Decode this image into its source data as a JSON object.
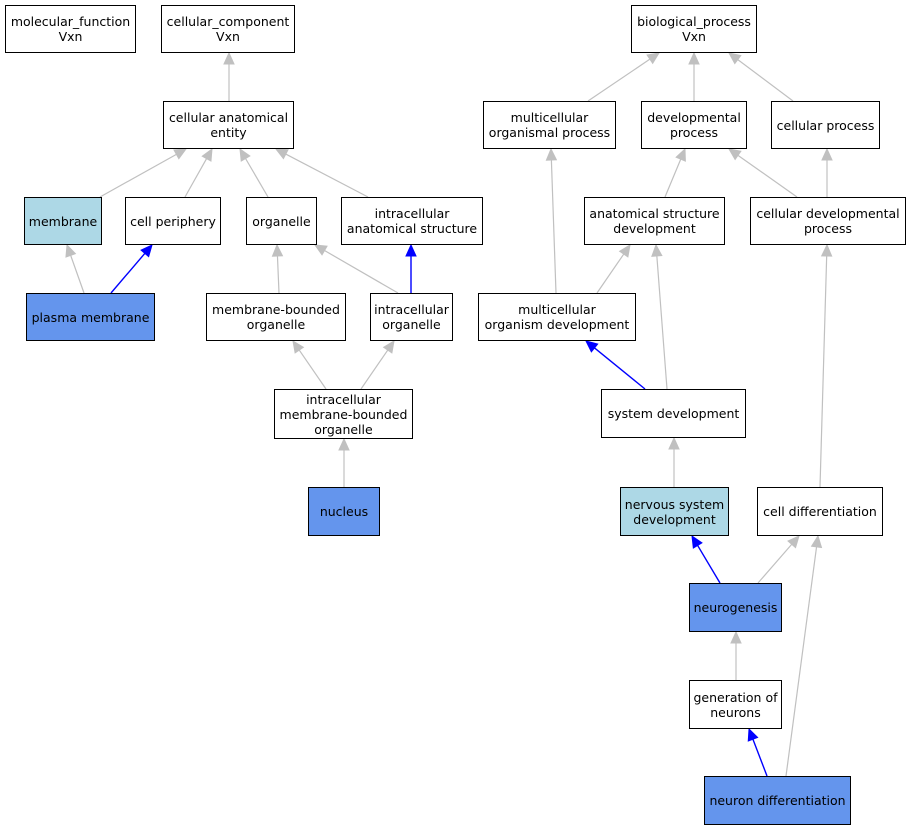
{
  "colors": {
    "edge_default": "#c0c0c0",
    "edge_highlight": "#0000ff",
    "node_white": "#ffffff",
    "node_light": "#add8e6",
    "node_blue": "#6495ed"
  },
  "nodes": {
    "molecular_function": {
      "label": "molecular_function\nVxn",
      "style": "white"
    },
    "cellular_component": {
      "label": "cellular_component\nVxn",
      "style": "white"
    },
    "biological_process": {
      "label": "biological_process\nVxn",
      "style": "white"
    },
    "cellular_anatomical_entity": {
      "label": "cellular anatomical\nentity",
      "style": "white"
    },
    "multicellular_organismal_process": {
      "label": "multicellular\norganismal process",
      "style": "white"
    },
    "developmental_process": {
      "label": "developmental\nprocess",
      "style": "white"
    },
    "cellular_process": {
      "label": "cellular process",
      "style": "white"
    },
    "membrane": {
      "label": "membrane",
      "style": "light"
    },
    "cell_periphery": {
      "label": "cell periphery",
      "style": "white"
    },
    "organelle": {
      "label": "organelle",
      "style": "white"
    },
    "intracellular_anatomical_structure": {
      "label": "intracellular\nanatomical structure",
      "style": "white"
    },
    "anatomical_structure_development": {
      "label": "anatomical structure\ndevelopment",
      "style": "white"
    },
    "cellular_developmental_process": {
      "label": "cellular developmental\nprocess",
      "style": "white"
    },
    "plasma_membrane": {
      "label": "plasma membrane",
      "style": "blue"
    },
    "membrane_bounded_organelle": {
      "label": "membrane-bounded\norganelle",
      "style": "white"
    },
    "intracellular_organelle": {
      "label": "intracellular\norganelle",
      "style": "white"
    },
    "multicellular_organism_development": {
      "label": "multicellular\norganism development",
      "style": "white"
    },
    "intracellular_membrane_bounded_organelle": {
      "label": "intracellular\nmembrane-bounded\norganelle",
      "style": "white"
    },
    "system_development": {
      "label": "system development",
      "style": "white"
    },
    "nucleus": {
      "label": "nucleus",
      "style": "blue"
    },
    "nervous_system_development": {
      "label": "nervous system\ndevelopment",
      "style": "light"
    },
    "cell_differentiation": {
      "label": "cell differentiation",
      "style": "white"
    },
    "neurogenesis": {
      "label": "neurogenesis",
      "style": "blue"
    },
    "generation_of_neurons": {
      "label": "generation of\nneurons",
      "style": "white"
    },
    "neuron_differentiation": {
      "label": "neuron differentiation",
      "style": "blue"
    }
  },
  "edges": [
    {
      "from": "cellular_anatomical_entity",
      "to": "cellular_component",
      "highlight": false
    },
    {
      "from": "membrane",
      "to": "cellular_anatomical_entity",
      "highlight": false
    },
    {
      "from": "cell_periphery",
      "to": "cellular_anatomical_entity",
      "highlight": false
    },
    {
      "from": "organelle",
      "to": "cellular_anatomical_entity",
      "highlight": false
    },
    {
      "from": "intracellular_anatomical_structure",
      "to": "cellular_anatomical_entity",
      "highlight": false
    },
    {
      "from": "plasma_membrane",
      "to": "membrane",
      "highlight": false
    },
    {
      "from": "plasma_membrane",
      "to": "cell_periphery",
      "highlight": true
    },
    {
      "from": "membrane_bounded_organelle",
      "to": "organelle",
      "highlight": false
    },
    {
      "from": "intracellular_organelle",
      "to": "organelle",
      "highlight": false
    },
    {
      "from": "intracellular_organelle",
      "to": "intracellular_anatomical_structure",
      "highlight": true
    },
    {
      "from": "intracellular_membrane_bounded_organelle",
      "to": "membrane_bounded_organelle",
      "highlight": false
    },
    {
      "from": "intracellular_membrane_bounded_organelle",
      "to": "intracellular_organelle",
      "highlight": false
    },
    {
      "from": "nucleus",
      "to": "intracellular_membrane_bounded_organelle",
      "highlight": false
    },
    {
      "from": "multicellular_organismal_process",
      "to": "biological_process",
      "highlight": false
    },
    {
      "from": "developmental_process",
      "to": "biological_process",
      "highlight": false
    },
    {
      "from": "cellular_process",
      "to": "biological_process",
      "highlight": false
    },
    {
      "from": "anatomical_structure_development",
      "to": "developmental_process",
      "highlight": false
    },
    {
      "from": "cellular_developmental_process",
      "to": "developmental_process",
      "highlight": false
    },
    {
      "from": "cellular_developmental_process",
      "to": "cellular_process",
      "highlight": false
    },
    {
      "from": "multicellular_organism_development",
      "to": "multicellular_organismal_process",
      "highlight": false
    },
    {
      "from": "multicellular_organism_development",
      "to": "anatomical_structure_development",
      "highlight": false
    },
    {
      "from": "system_development",
      "to": "multicellular_organism_development",
      "highlight": true
    },
    {
      "from": "system_development",
      "to": "anatomical_structure_development",
      "highlight": false
    },
    {
      "from": "nervous_system_development",
      "to": "system_development",
      "highlight": false
    },
    {
      "from": "cell_differentiation",
      "to": "cellular_developmental_process",
      "highlight": false
    },
    {
      "from": "neurogenesis",
      "to": "nervous_system_development",
      "highlight": true
    },
    {
      "from": "neurogenesis",
      "to": "cell_differentiation",
      "highlight": false
    },
    {
      "from": "generation_of_neurons",
      "to": "neurogenesis",
      "highlight": false
    },
    {
      "from": "neuron_differentiation",
      "to": "generation_of_neurons",
      "highlight": true
    },
    {
      "from": "neuron_differentiation",
      "to": "cell_differentiation",
      "highlight": false
    }
  ]
}
